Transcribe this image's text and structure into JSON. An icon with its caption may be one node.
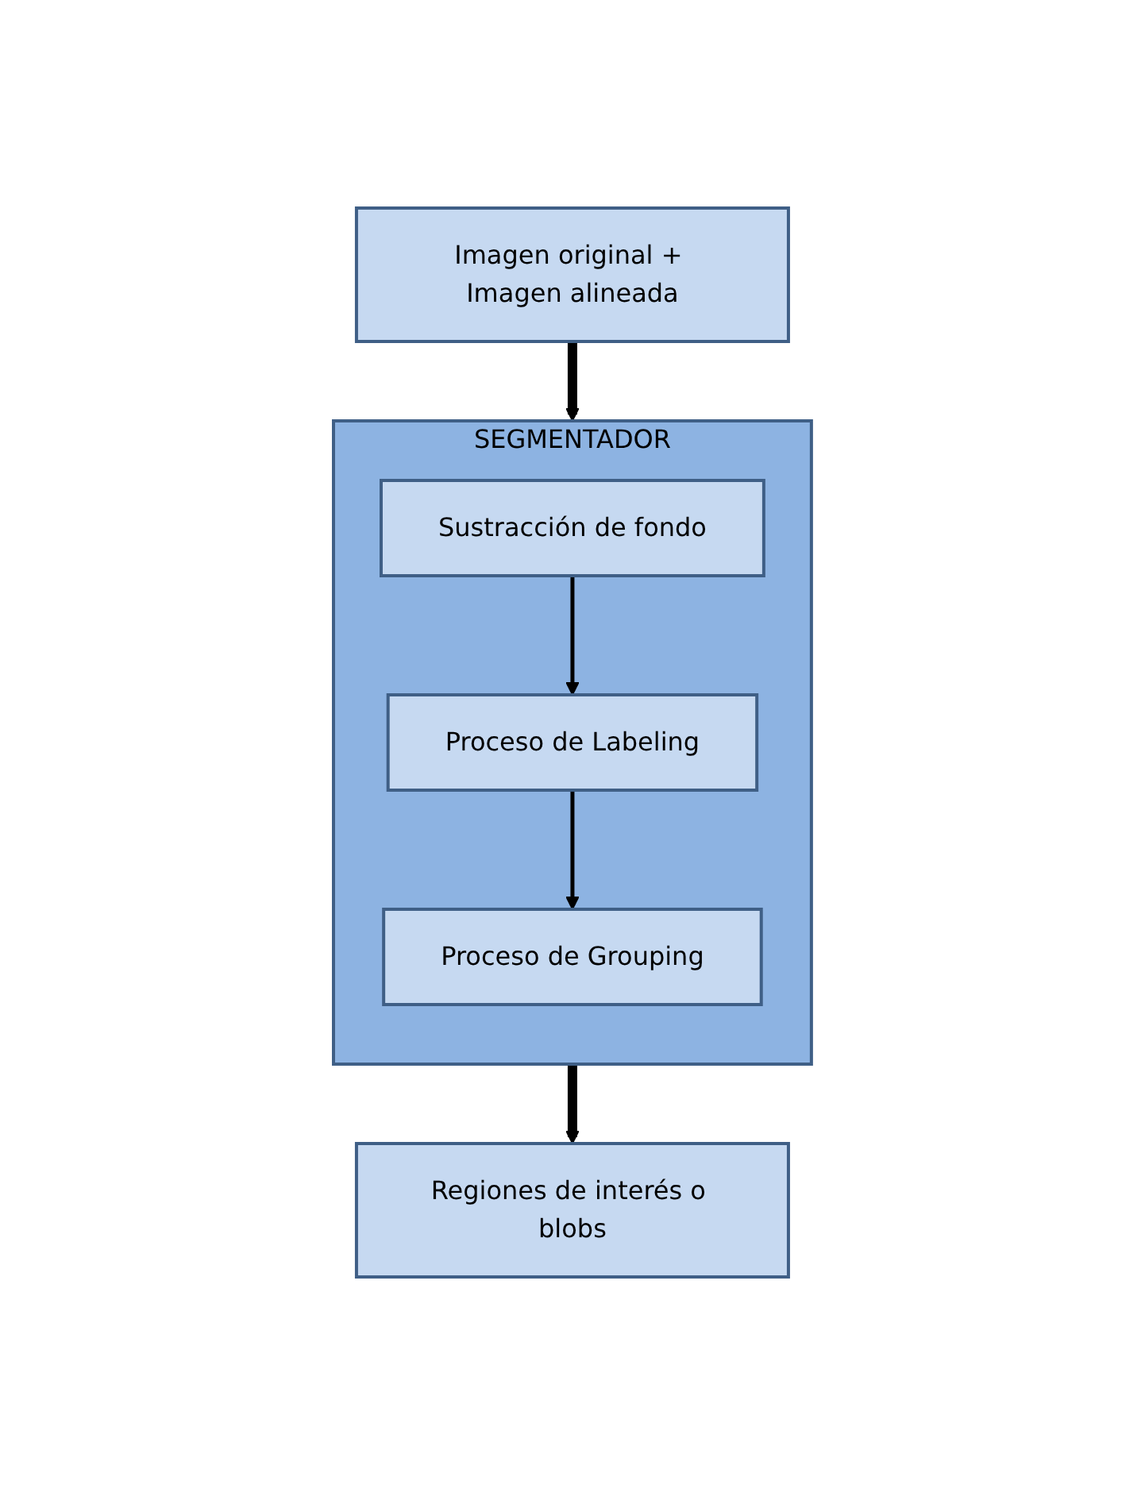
{
  "diagram": {
    "nodes": [
      {
        "text": [
          "Imagen original + Imagen alineada"
        ]
      },
      {
        "text": [
          "SEGMENTADOR"
        ]
      },
      {
        "text": [
          "Sustracción de fondo"
        ],
        "in": 1
      },
      {
        "text": [
          "Proceso de Labeling"
        ],
        "in": 1
      },
      {
        "text": [
          "Proceso de Grouping"
        ],
        "in": 1
      },
      {
        "text": [
          "Regiones de interés o blobs"
        ]
      }
    ],
    "edges": [
      {
        "from": 0,
        "to": 1,
        "arrow": "to",
        "style": "thick"
      },
      {
        "from": 2,
        "to": 3,
        "arrow": "to"
      },
      {
        "from": 3,
        "to": 4,
        "arrow": "to"
      },
      {
        "from": 1,
        "to": 5,
        "arrow": "to",
        "style": "thick"
      }
    ]
  }
}
